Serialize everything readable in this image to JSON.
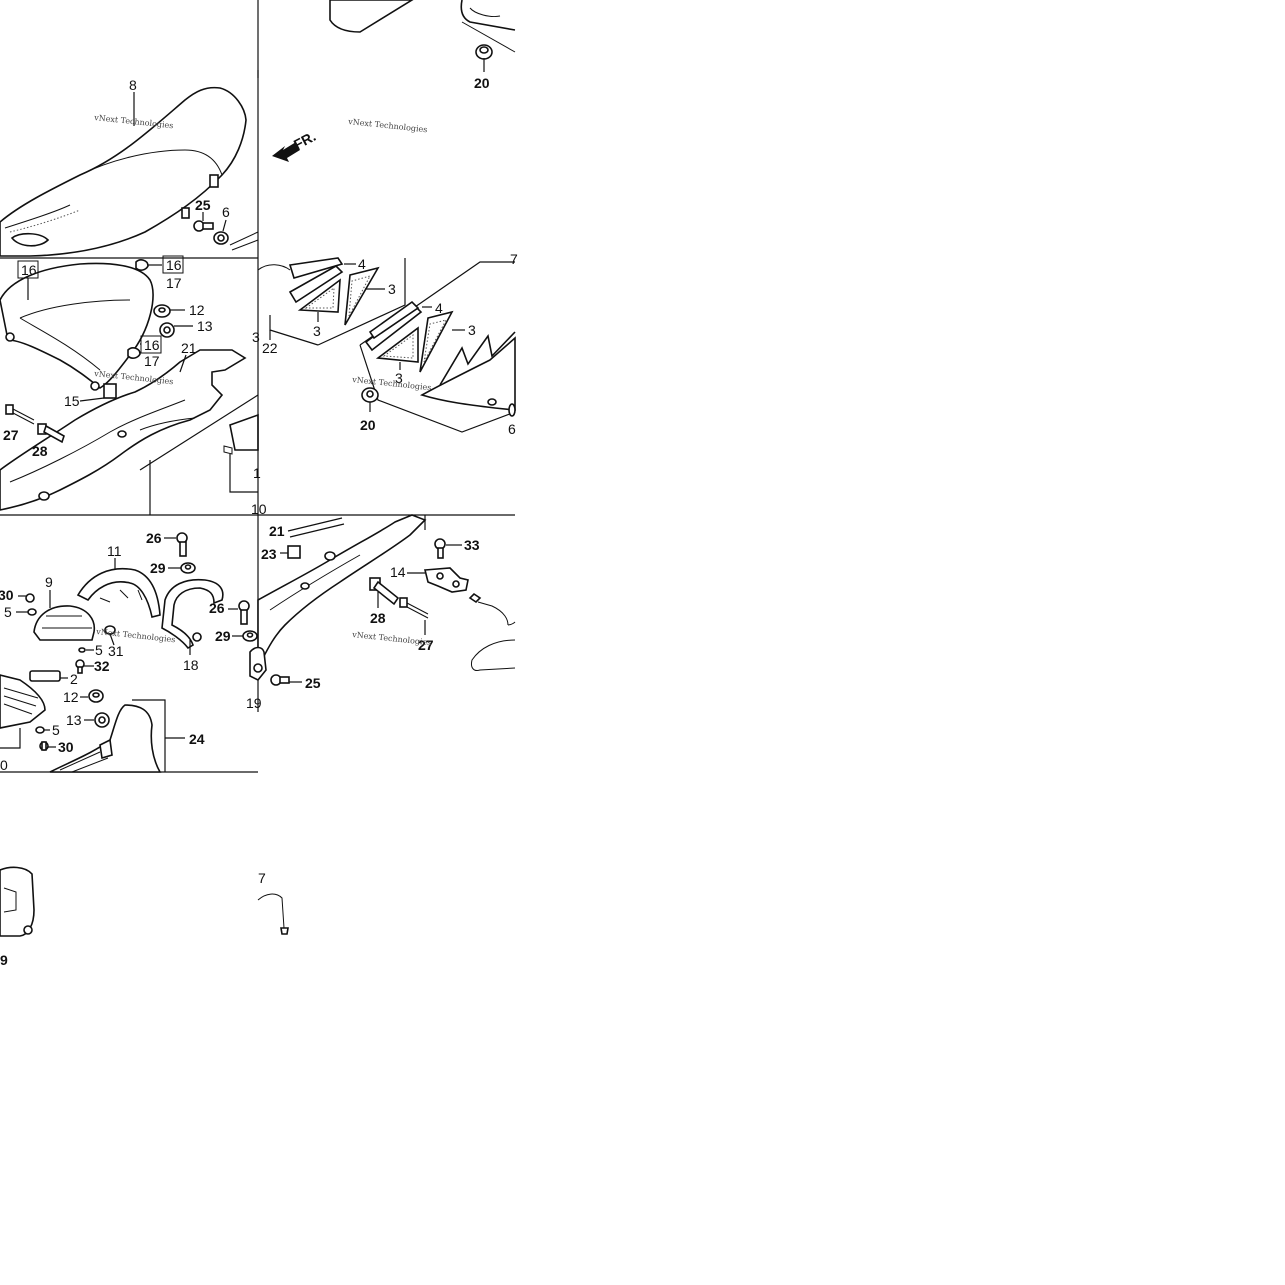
{
  "watermark": "vNext Technologies",
  "direction_label": "FR.",
  "panels": {
    "top_left": {
      "callouts": [
        {
          "id": "p8",
          "text": "8",
          "boxed": false
        },
        {
          "id": "p25a",
          "text": "25",
          "boxed": false
        },
        {
          "id": "p6a",
          "text": "6",
          "boxed": false
        },
        {
          "id": "p16a",
          "text": "16",
          "boxed": true
        },
        {
          "id": "p16b",
          "text": "16",
          "boxed": true
        },
        {
          "id": "p17a",
          "text": "17",
          "boxed": false
        },
        {
          "id": "p12a",
          "text": "12",
          "boxed": false
        },
        {
          "id": "p13a",
          "text": "13",
          "boxed": false
        },
        {
          "id": "p16c",
          "text": "16",
          "boxed": true
        },
        {
          "id": "p17b",
          "text": "17",
          "boxed": false
        },
        {
          "id": "p21a",
          "text": "21",
          "boxed": false
        },
        {
          "id": "p15",
          "text": "15",
          "boxed": false
        },
        {
          "id": "p27a",
          "text": "27",
          "boxed": false
        },
        {
          "id": "p28a",
          "text": "28",
          "boxed": false
        },
        {
          "id": "p1a",
          "text": "1",
          "boxed": false
        },
        {
          "id": "p10a",
          "text": "10",
          "boxed": false
        },
        {
          "id": "p3edge",
          "text": "3",
          "boxed": false
        }
      ]
    },
    "top_right": {
      "callouts": [
        {
          "id": "p20a",
          "text": "20",
          "boxed": false
        },
        {
          "id": "p4a",
          "text": "4",
          "boxed": false
        },
        {
          "id": "p3a",
          "text": "3",
          "boxed": false
        },
        {
          "id": "p3b",
          "text": "3",
          "boxed": false
        },
        {
          "id": "p22",
          "text": "22",
          "boxed": false
        },
        {
          "id": "p4b",
          "text": "4",
          "boxed": false
        },
        {
          "id": "p3c",
          "text": "3",
          "boxed": false
        },
        {
          "id": "p3d",
          "text": "3",
          "boxed": false
        },
        {
          "id": "p20b",
          "text": "20",
          "boxed": false
        },
        {
          "id": "p6b",
          "text": "6",
          "boxed": false
        },
        {
          "id": "p7edge",
          "text": "7",
          "boxed": false
        }
      ]
    },
    "bottom_left": {
      "callouts": [
        {
          "id": "p26a",
          "text": "26",
          "boxed": false
        },
        {
          "id": "p11",
          "text": "11",
          "boxed": false
        },
        {
          "id": "p29a",
          "text": "29",
          "boxed": false
        },
        {
          "id": "p30a",
          "text": "30",
          "boxed": false
        },
        {
          "id": "p9",
          "text": "9",
          "boxed": false
        },
        {
          "id": "p5a",
          "text": "5",
          "boxed": false
        },
        {
          "id": "p26b",
          "text": "26",
          "boxed": false
        },
        {
          "id": "p5b",
          "text": "5",
          "boxed": false
        },
        {
          "id": "p31",
          "text": "31",
          "boxed": false
        },
        {
          "id": "p32",
          "text": "32",
          "boxed": false
        },
        {
          "id": "p18",
          "text": "18",
          "boxed": false
        },
        {
          "id": "p2",
          "text": "2",
          "boxed": false
        },
        {
          "id": "p12b",
          "text": "12",
          "boxed": false
        },
        {
          "id": "p13b",
          "text": "13",
          "boxed": false
        },
        {
          "id": "p5c",
          "text": "5",
          "boxed": false
        },
        {
          "id": "p24",
          "text": "24",
          "boxed": false
        },
        {
          "id": "p30b",
          "text": "30",
          "boxed": false
        },
        {
          "id": "p0edge",
          "text": "0",
          "boxed": false
        },
        {
          "id": "p9edge",
          "text": "9",
          "boxed": false
        }
      ]
    },
    "bottom_right": {
      "callouts": [
        {
          "id": "p21b",
          "text": "21",
          "boxed": false
        },
        {
          "id": "p23",
          "text": "23",
          "boxed": false
        },
        {
          "id": "p33",
          "text": "33",
          "boxed": false
        },
        {
          "id": "p14",
          "text": "14",
          "boxed": false
        },
        {
          "id": "p28b",
          "text": "28",
          "boxed": false
        },
        {
          "id": "p27b",
          "text": "27",
          "boxed": false
        },
        {
          "id": "p29b",
          "text": "29",
          "boxed": false
        },
        {
          "id": "p25b",
          "text": "25",
          "boxed": false
        },
        {
          "id": "p19",
          "text": "19",
          "boxed": false
        },
        {
          "id": "p7",
          "text": "7",
          "boxed": false
        }
      ]
    }
  }
}
